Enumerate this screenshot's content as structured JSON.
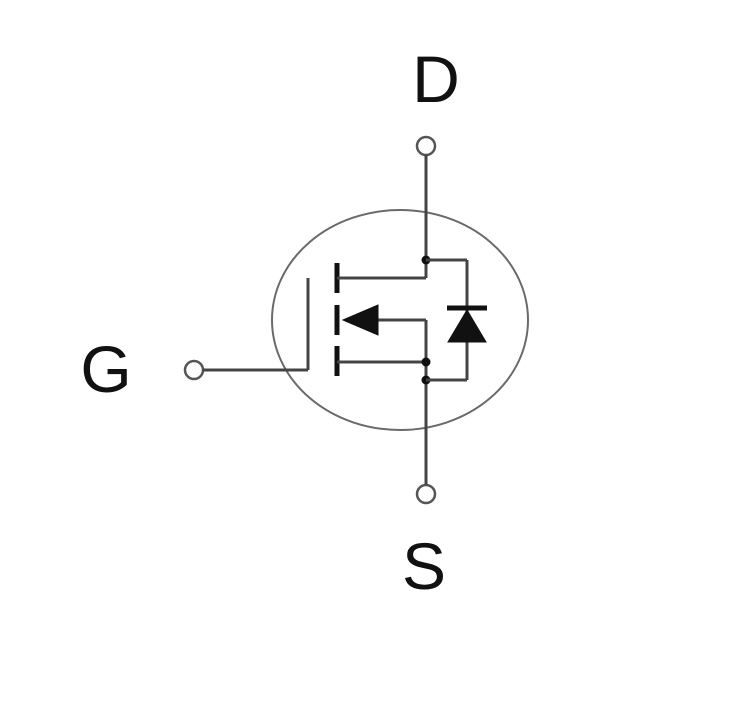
{
  "terminals": {
    "drain": "D",
    "gate": "G",
    "source": "S"
  },
  "component": {
    "type": "n-channel enhancement MOSFET",
    "includes_body_diode": true
  },
  "colors": {
    "background": "#ffffff",
    "line": "#444444",
    "symbol_fill": "#111111",
    "circle": "#6a6a6a"
  }
}
